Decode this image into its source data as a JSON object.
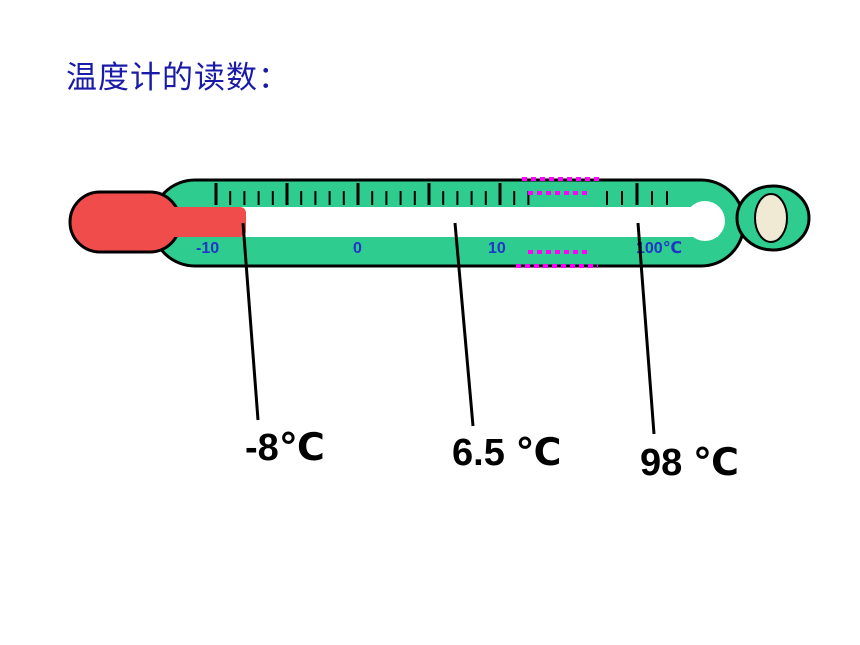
{
  "title": "温度计的读数：",
  "scale_labels": {
    "minus_ten": "-10",
    "zero": "0",
    "ten": "10",
    "hundred": "100℃"
  },
  "readings": [
    {
      "text": "-8℃",
      "value_celsius": -8
    },
    {
      "text": "6.5 ℃",
      "value_celsius": 6.5
    },
    {
      "text": "98 ℃",
      "value_celsius": 98
    }
  ],
  "colors": {
    "title": "#1a1aa8",
    "thermometer_body": "#2ecc8f",
    "liquid": "#f04c4c",
    "bulb_end": "#f0ead4",
    "scale_label": "#1f36c9",
    "break_mark": "#ff00ff"
  }
}
